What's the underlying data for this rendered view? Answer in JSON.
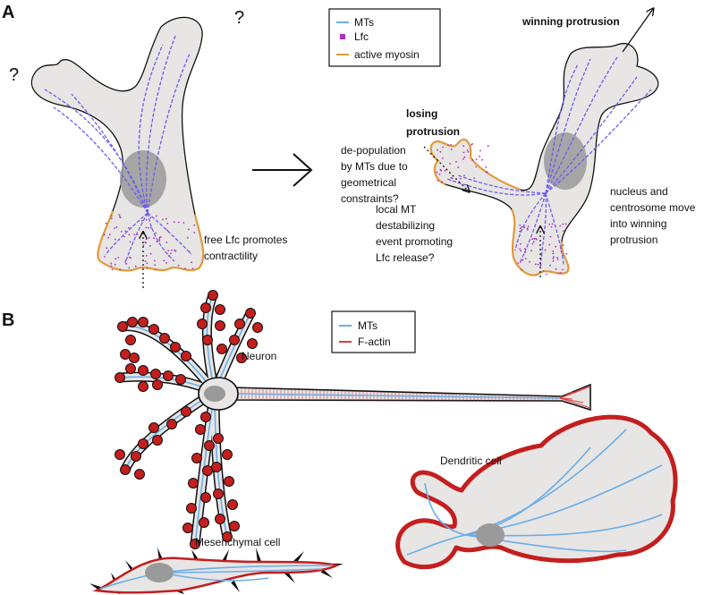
{
  "panel_a": {
    "label": "A",
    "question_marks": [
      "?",
      "?"
    ],
    "legend": {
      "items": [
        {
          "label": "MTs",
          "color": "#6aaee6"
        },
        {
          "label": "Lfc",
          "color": "#b02fc2"
        },
        {
          "label": "active myosin",
          "color": "#e09a3a"
        }
      ]
    },
    "left_cell": {
      "annotation_lines": [
        "free Lfc promotes",
        "contractility"
      ]
    },
    "right_cell": {
      "winning_label": "winning protrusion",
      "losing_label_lines": [
        "losing",
        "protrusion"
      ],
      "depopulation_lines": [
        "de-population",
        "by MTs due to",
        "geometrical",
        "constraints?"
      ],
      "local_mt_lines": [
        "local MT",
        "destabilizing",
        "event promoting",
        "Lfc release?"
      ],
      "nucleus_lines": [
        "nucleus and",
        "centrosome move",
        "into winning",
        "protrusion"
      ]
    }
  },
  "panel_b": {
    "label": "B",
    "legend": {
      "items": [
        {
          "label": "MTs",
          "color": "#6aaee6"
        },
        {
          "label": "F-actin",
          "color": "#d94040"
        }
      ]
    },
    "cells": {
      "neuron": "Neuron",
      "dendritic": "Dendritic cell",
      "mesenchymal": "Mesenchymal cell"
    }
  },
  "colors": {
    "cell_fill": "#e8e5e5",
    "nucleus": "#9a9a9a",
    "mt_dashed": "#6a5cf0",
    "lfc": "#b02fc2",
    "myosin": "#e09a3a",
    "mt_solid": "#6aaee6",
    "actin": "#c41e1e",
    "spine": "#c41e1e"
  }
}
